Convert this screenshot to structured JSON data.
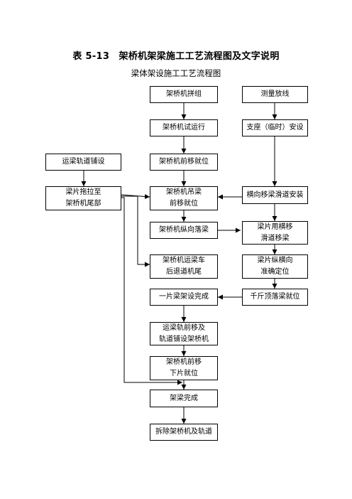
{
  "title": "表 5-13　架桥机架梁施工工艺流程图及文字说明",
  "subtitle": "梁体架设施工工艺流程图",
  "boxes": {
    "assemble": "架桥机拼组",
    "survey": "测量放线",
    "trial_run": "架桥机试运行",
    "bearing": "支座（临时）安设",
    "track_lay": "运梁轨道铺设",
    "move_in_place": "架桥机前移就位",
    "beam_tow": "梁片拖拉至\n架桥机尾部",
    "lift_move": "架桥机吊梁\n前移就位",
    "lateral_track": "横向移梁滑道安装",
    "longitudinal_drop": "架桥机纵向落梁",
    "slide_move": "梁片用横移\n滑道移梁",
    "cart_back": "架桥机运梁车\n后退道机尾",
    "lateral_position": "梁片纵横向\n准确定位",
    "one_done": "一片梁架设完成",
    "jack_drop": "千斤顶落梁就位",
    "track_forward": "运梁轨前移及\n轨道铺设架桥机",
    "next_span": "架桥机前移\n下片就位",
    "complete": "架梁完成",
    "dismantle": "拆除架桥机及轨道"
  }
}
